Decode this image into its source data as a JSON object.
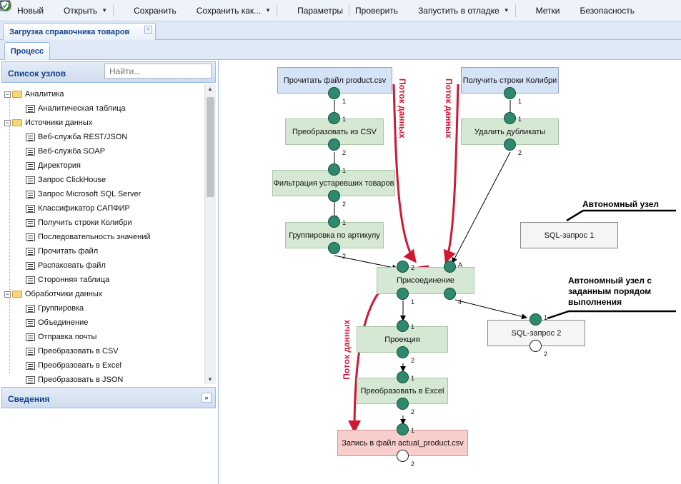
{
  "toolbar": {
    "new": "Новый",
    "open": "Открыть",
    "save": "Сохранить",
    "save_as": "Сохранить как...",
    "params": "Параметры",
    "check": "Проверить",
    "run_debug": "Запустить в отладке",
    "tags": "Метки",
    "security": "Безопасность"
  },
  "tab": {
    "title": "Загрузка справочника товаров",
    "close": "×"
  },
  "subtab": {
    "title": "Процесс"
  },
  "left": {
    "nodes_title": "Список узлов",
    "search_placeholder": "Найти...",
    "info_title": "Сведения",
    "tree": [
      {
        "label": "Аналитика",
        "type": "folder"
      },
      {
        "label": "Аналитическая таблица",
        "type": "leaf"
      },
      {
        "label": "Источники данных",
        "type": "folder"
      },
      {
        "label": "Веб-служба REST/JSON",
        "type": "leaf"
      },
      {
        "label": "Веб-служба SOAP",
        "type": "leaf"
      },
      {
        "label": "Директория",
        "type": "leaf"
      },
      {
        "label": "Запрос ClickHouse",
        "type": "leaf"
      },
      {
        "label": "Запрос Microsoft SQL Server",
        "type": "leaf"
      },
      {
        "label": "Классификатор САПФИР",
        "type": "leaf"
      },
      {
        "label": "Получить строки Колибри",
        "type": "leaf"
      },
      {
        "label": "Последовательность значений",
        "type": "leaf"
      },
      {
        "label": "Прочитать файл",
        "type": "leaf"
      },
      {
        "label": "Распаковать файл",
        "type": "leaf"
      },
      {
        "label": "Сторонняя таблица",
        "type": "leaf"
      },
      {
        "label": "Обработчики данных",
        "type": "folder"
      },
      {
        "label": "Группировка",
        "type": "leaf"
      },
      {
        "label": "Объединение",
        "type": "leaf"
      },
      {
        "label": "Отправка почты",
        "type": "leaf"
      },
      {
        "label": "Преобразовать в CSV",
        "type": "leaf"
      },
      {
        "label": "Преобразовать в Excel",
        "type": "leaf"
      },
      {
        "label": "Преобразовать в JSON",
        "type": "leaf"
      }
    ]
  },
  "diagram": {
    "nodes": {
      "read_file": "Прочитать файл product.csv",
      "get_rows": "Получить строки Колибри",
      "to_csv": "Преобразовать из CSV",
      "dedup": "Удалить дубликаты",
      "filter": "Фильтрация устаревших товаров",
      "group": "Группировка по артикулу",
      "join": "Присоединение",
      "projection": "Проекция",
      "to_excel": "Преобразовать в Excel",
      "write_file": "Запись в файл actual_product.csv",
      "sql1": "SQL-запрос 1",
      "sql2": "SQL-запрос 2"
    },
    "port_labels": {
      "read_out": "1",
      "tocsv_in": "1",
      "tocsv_out": "2",
      "filter_in": "1",
      "filter_out": "2",
      "group_in": "1",
      "group_out": "2",
      "get_out": "1",
      "dedup_in": "1",
      "dedup_out": "2",
      "join_in1": "2",
      "join_inA": "A",
      "join_out1": "1",
      "join_out4": "4",
      "proj_in": "1",
      "proj_out": "2",
      "excel_in": "1",
      "excel_out": "2",
      "write_in": "1",
      "write_out": "2",
      "sql2_in": "1",
      "sql2_out": "2"
    },
    "annotations": {
      "stream1": "Поток данных",
      "stream2": "Поток данных",
      "stream3": "Поток данных",
      "autonomous": "Автономный узел",
      "autonomous_ordered": "Автономный узел с заданным порядом выполнения"
    },
    "colors": {
      "source": "#d5e3f6",
      "process": "#d5e8d4",
      "sink": "#f8cecc",
      "port": "#2f8a6d",
      "flow": "#d01835"
    }
  }
}
